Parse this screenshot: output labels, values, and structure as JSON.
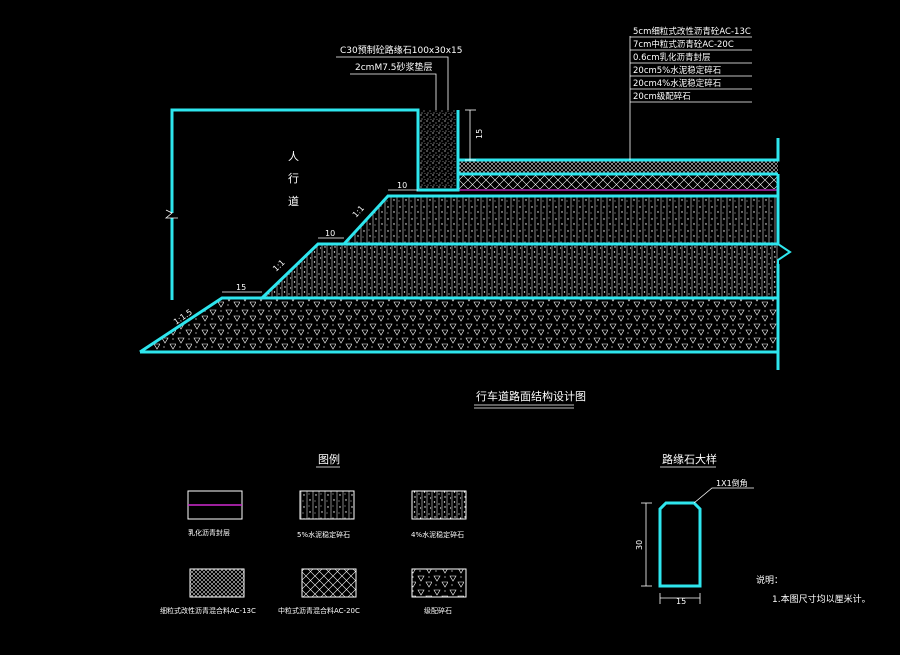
{
  "drawing": {
    "layer_labels": [
      "5cm细粒式改性沥青砼AC-13C",
      "7cm中粒式沥青砼AC-20C",
      "0.6cm乳化沥青封层",
      "20cm5%水泥稳定碎石",
      "20cm4%水泥稳定碎石",
      "20cm级配碎石"
    ],
    "curb_labels": [
      "C30预制砼路缘石100x30x15",
      "2cmM7.5砂浆垫层"
    ],
    "sidewalk_label": [
      "人",
      "行",
      "道"
    ],
    "dims": {
      "curb_height": "15",
      "step_top": "10",
      "step_mid": "10",
      "step_bottom": "15",
      "slope_top": "1:1",
      "slope_mid": "1:1",
      "slope_bottom": "1:1.5"
    },
    "title": "行车道路面结构设计图"
  },
  "legend": {
    "title": "图例",
    "items": [
      {
        "label": "乳化沥青封层",
        "pattern": "emulsion"
      },
      {
        "label": "5%水泥稳定碎石",
        "pattern": "cement5"
      },
      {
        "label": "4%水泥稳定碎石",
        "pattern": "cement4"
      },
      {
        "label": "细粒式改性沥青混合料AC-13C",
        "pattern": "fine-cross"
      },
      {
        "label": "中粒式沥青混合料AC-20C",
        "pattern": "coarse-cross"
      },
      {
        "label": "级配碎石",
        "pattern": "gravel"
      }
    ]
  },
  "curb_detail": {
    "title": "路缘石大样",
    "round_label": "1X1倒角",
    "height": "30",
    "width": "15"
  },
  "notes": {
    "heading": "说明：",
    "items": [
      "1.本图尺寸均以厘米计。"
    ]
  },
  "colors": {
    "outline": "#2ee6ee",
    "seal_layer": "#d12ad1",
    "background": "#000000",
    "text": "#ffffff"
  }
}
